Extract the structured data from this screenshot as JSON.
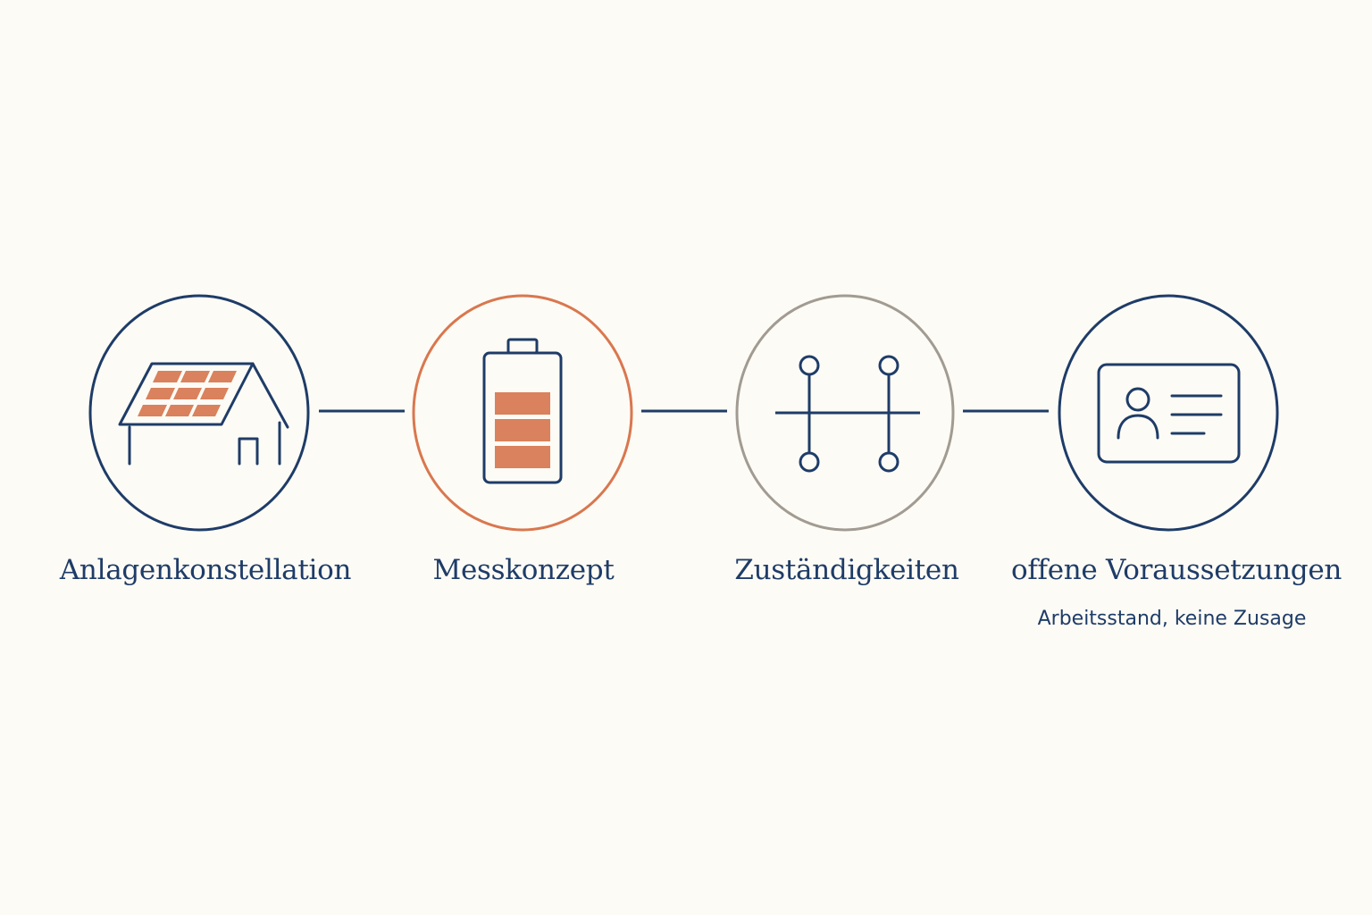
{
  "colors": {
    "background": "#fdfbf5",
    "navy": "#1e3c68",
    "orange": "#d9774f",
    "orange_fill": "#d9825d",
    "gray": "#a19b92"
  },
  "steps": [
    {
      "label": "Anlagenkonstellation",
      "icon": "solar-house-icon",
      "ring": "navy"
    },
    {
      "label": "Messkonzept",
      "icon": "battery-icon",
      "ring": "orange"
    },
    {
      "label": "Zuständigkeiten",
      "icon": "connection-network-icon",
      "ring": "gray"
    },
    {
      "label": "offene Voraussetzungen",
      "icon": "id-card-icon",
      "ring": "navy"
    }
  ],
  "note": "Arbeitsstand, keine Zusage"
}
